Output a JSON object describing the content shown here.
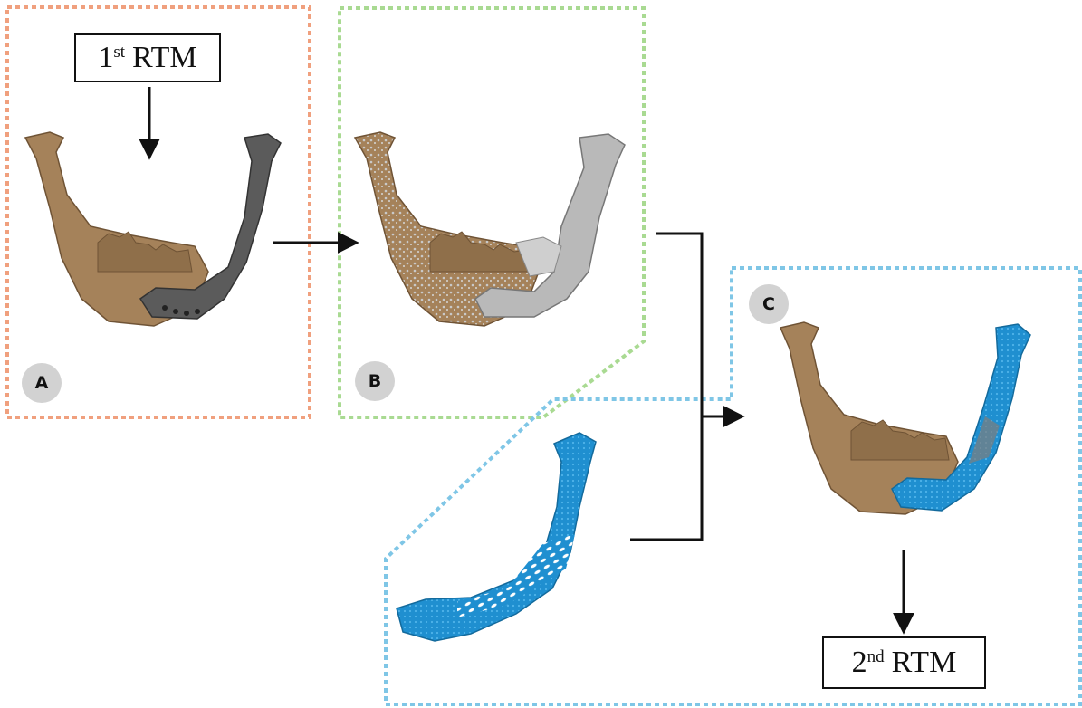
{
  "labels": {
    "first_rtm": {
      "number": "1",
      "suffix": "st",
      "text": "RTM"
    },
    "second_rtm": {
      "number": "2",
      "suffix": "nd",
      "text": "RTM"
    }
  },
  "panels": {
    "a": {
      "badge": "A",
      "border_color": "#f0a07e"
    },
    "b": {
      "badge": "B",
      "border_color": "#a9da92"
    },
    "c": {
      "badge": "C",
      "border_color": "#7fc6e6"
    }
  },
  "colors": {
    "bone": "#a5825a",
    "bone_shadow": "#6f5335",
    "metal_dark": "#5b5b5b",
    "metal_light": "#b9b9b9",
    "implant_blue": "#1f8fd0",
    "arrow": "#111111"
  }
}
